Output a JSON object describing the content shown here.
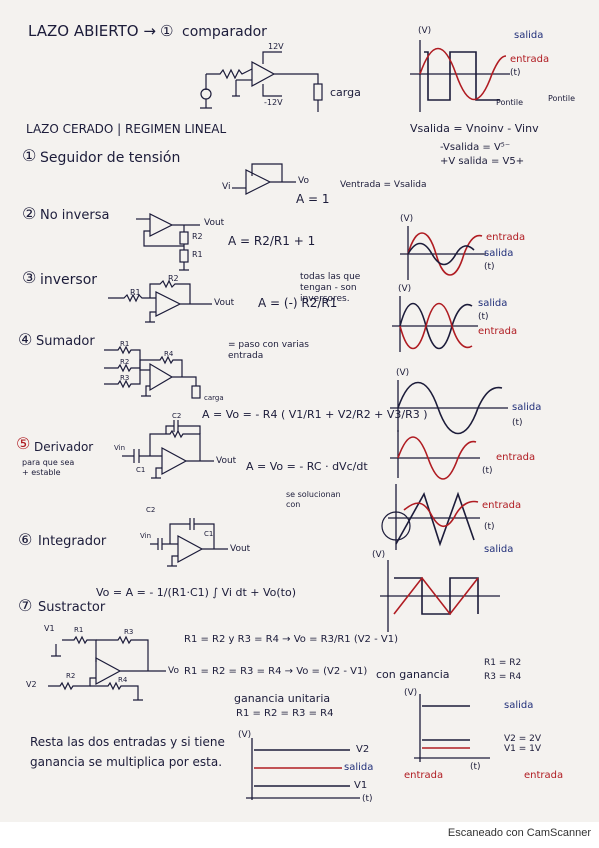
{
  "page": {
    "title": "LAZO ABIERTO →",
    "comparador_num": "①",
    "comparador": "comparador",
    "vcc_pos": "12V",
    "vcc_neg": "-12V",
    "carga": "carga",
    "lazo_cerrado": "LAZO CERADO | REGIMEN LINEAL",
    "footer": "Escaneado con CamScanner"
  },
  "comparator_graph": {
    "v": "(V)",
    "salida": "salida",
    "entrada": "entrada",
    "t": "(t)",
    "formula1": "Vsalida = Vnoinv - Vinv",
    "formula2": "-Vsalida = V⁵⁻",
    "formula3": "+V salida = V5+",
    "note1": "Pontile",
    "note2": "Pontile"
  },
  "seguidor": {
    "num": "①",
    "label": "Seguidor de tensión",
    "vi": "Vi",
    "vo": "Vo",
    "eq": "A = 1",
    "rel": "Ventrada = Vsalida"
  },
  "no_inversor": {
    "num": "②",
    "label": "No inversa",
    "vout": "Vout",
    "r2": "R2",
    "r1": "R1",
    "eq": "A = R2/R1 + 1",
    "v": "(V)",
    "entrada": "entrada",
    "salida": "salida",
    "t": "(t)"
  },
  "inversor": {
    "num": "③",
    "label": "inversor",
    "r1": "R1",
    "r2": "R2",
    "vout": "Vout",
    "eq": "A = (-) R2/R1",
    "note": "todas las que tengan - son inversores.",
    "v": "(V)",
    "salida": "salida",
    "t": "(t)",
    "entrada": "entrada"
  },
  "sumador": {
    "num": "④",
    "label": "Sumador",
    "note": "= paso con varias entrada",
    "r1": "R1",
    "r2": "R2",
    "r3": "R3",
    "r4": "R4",
    "carga": "carga",
    "eq": "A = Vo = - R4 ( V1/R1 + V2/R2 + V3/R3 )",
    "v": "(V)",
    "salida": "salida",
    "t": "(t)"
  },
  "derivador": {
    "num": "⑤",
    "label": "Derivador",
    "note": "para que sea + estable",
    "c1": "C1",
    "c2": "C2",
    "vin": "Vin",
    "vout": "Vout",
    "eq": "A = Vo = - RC · dVc/dt",
    "note2": "se solucionan con",
    "entrada": "entrada",
    "t": "(t)"
  },
  "integrador": {
    "num": "⑥",
    "label": "Integrador",
    "c2": "C2",
    "c1": "C1",
    "vin": "Vin",
    "vout": "Vout",
    "eq": "Vo = A = - 1/(R1·C1) ∫ Vi dt + Vo(to)",
    "v": "(V)",
    "entrada": "entrada",
    "salida": "salida",
    "t": "(t)"
  },
  "sustractor": {
    "num": "⑦",
    "label": "Sustractor",
    "v1": "V1",
    "v2": "V2",
    "r1": "R1",
    "r2": "R2",
    "r3": "R3",
    "r4": "R4",
    "vo": "Vo",
    "cond": "R1 = R2 y R3 = R4 → Vo = R3/R1 (V2 - V1)",
    "cond2": "R1 = R2 = R3 = R4 → Vo = (V2 - V1)",
    "ganancia_label": "con ganancia",
    "ganancia_cond1": "R1 = R2",
    "ganancia_cond2": "R3 = R4",
    "unit_label": "ganancia unitaria",
    "unit_cond": "R1 = R2 = R3 = R4",
    "desc": "Resta las dos entradas y si tiene ganancia se multiplica por esta.",
    "g_v": "(V)",
    "g_v2": "V2",
    "g_salida": "salida",
    "g_v1": "V1",
    "g_t": "(t)",
    "g_entrada": "entrada",
    "g2_v": "(V)",
    "g2_salida": "salida",
    "g2_v2": "V2 = 2V",
    "g2_v1": "V1 = 1V",
    "g2_t": "(t)",
    "g2_entrada": "entrada"
  }
}
